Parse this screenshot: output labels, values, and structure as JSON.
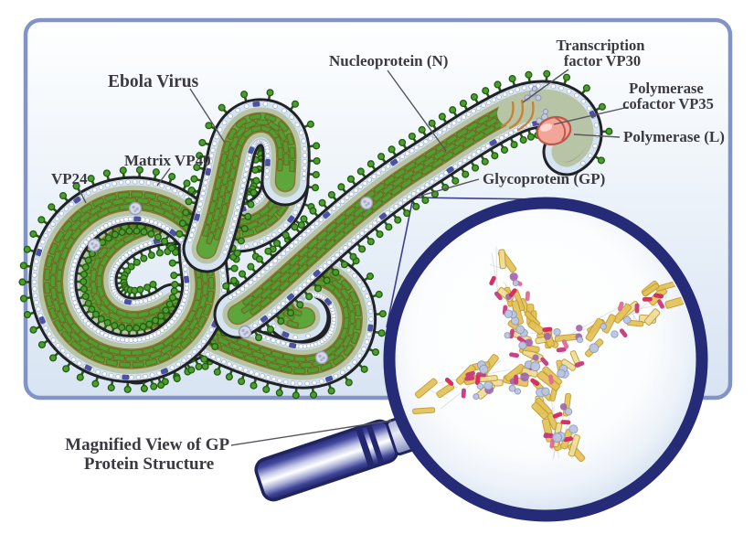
{
  "diagram": {
    "labels": {
      "ebola_virus": "Ebola Virus",
      "nucleoprotein": "Nucleoprotein (N)",
      "transcription_factor_line1": "Transcription",
      "transcription_factor_line2": "factor VP30",
      "polymerase_cofactor_line1": "Polymerase",
      "polymerase_cofactor_line2": "cofactor VP35",
      "polymerase": "Polymerase (L)",
      "glycoprotein": "Glycoprotein (GP)",
      "matrix": "Matrix VP40",
      "vp24": "VP24",
      "magnified_line1": "Magnified View of GP",
      "magnified_line2": "Protein Structure"
    },
    "colors": {
      "panel_border": "#8294c6",
      "panel_top": "#feffff",
      "panel_bottom": "#d8e4f3",
      "outline": "#212227",
      "membrane": "#d6e3f2",
      "bead": "#ffffff",
      "bead_stroke": "#a9b6cb",
      "wedge_navy": "#4c51a0",
      "matrix_sage": "#b7c4a6",
      "core_olive": "#87772e",
      "core_green": "#5ca63c",
      "brick_green": "#4f9e31",
      "brick_stroke": "#6f6823",
      "spike_green": "#3b8423",
      "spike_head": "#4d9c2e",
      "spike_stroke": "#235c12",
      "sphere_gray": "#d6d9e6",
      "sphere_gray_stroke": "#979dbb",
      "polymerase_pink": "#f3a697",
      "polymerase_stroke": "#bb584a",
      "orange_ribbon": "#c8822f",
      "lens_ring_navy": "#262b78",
      "handle_navy": "#23276e",
      "gold": "#e3c257",
      "gold_stroke": "#c09a2a",
      "pink": "#c73a7c",
      "pink_light": "#e06a93",
      "crimson": "#d6275d",
      "sphere_blue": "#bcc6e2",
      "sphere_blue_stroke": "#8a99c0",
      "purple": "#9f63ad",
      "strand_gray": "#c9cedd",
      "label_text": "#3a3a40",
      "leader_line": "#54545e",
      "callout_line": "#3c3f8c"
    }
  }
}
